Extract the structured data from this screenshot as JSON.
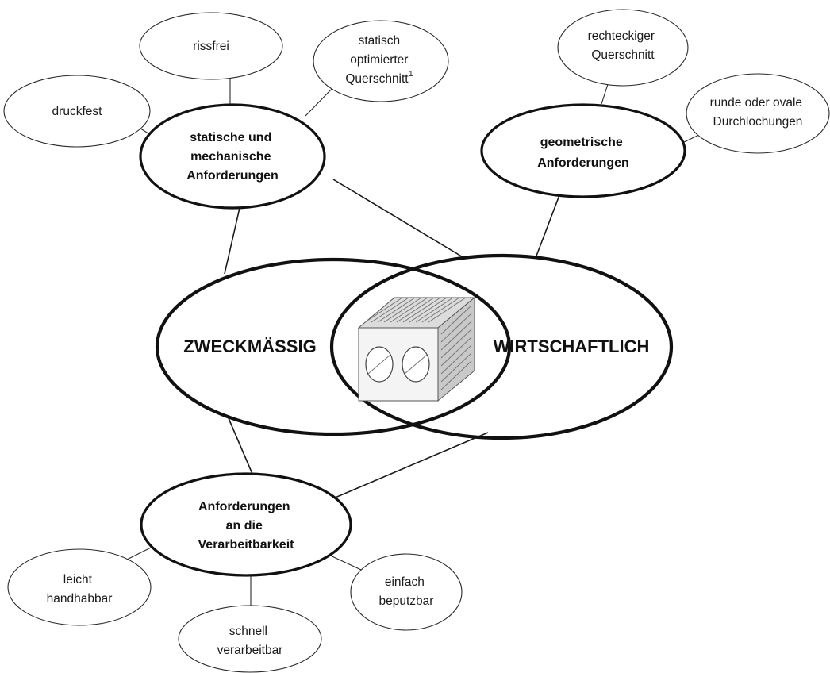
{
  "main_circles": {
    "left": "ZWECKMÄSSIG",
    "right": "WIRTSCHAFTLICH"
  },
  "center_image": {
    "icon": "hollow-brick-icon"
  },
  "categories": {
    "static": [
      "statische und",
      "mechanische",
      "Anforderungen"
    ],
    "geometric": [
      "geometrische",
      "Anforderungen"
    ],
    "processing": [
      "Anforderungen",
      "an die",
      "Verarbeitbarkeit"
    ]
  },
  "leaves": {
    "druckfest": [
      "druckfest"
    ],
    "rissfrei": [
      "rissfrei"
    ],
    "querschnitt_statisch": [
      "statisch",
      "optimierter",
      "Querschnitt"
    ],
    "querschnitt_footnote": "1",
    "rechteckig": [
      "rechteckiger",
      "Querschnitt"
    ],
    "durchlochungen": [
      "runde oder ovale",
      "Durchlochungen"
    ],
    "handhabbar": [
      "leicht",
      "handhabbar"
    ],
    "verarbeitbar": [
      "schnell",
      "verarbeitbar"
    ],
    "beputzbar": [
      "einfach",
      "beputzbar"
    ]
  }
}
